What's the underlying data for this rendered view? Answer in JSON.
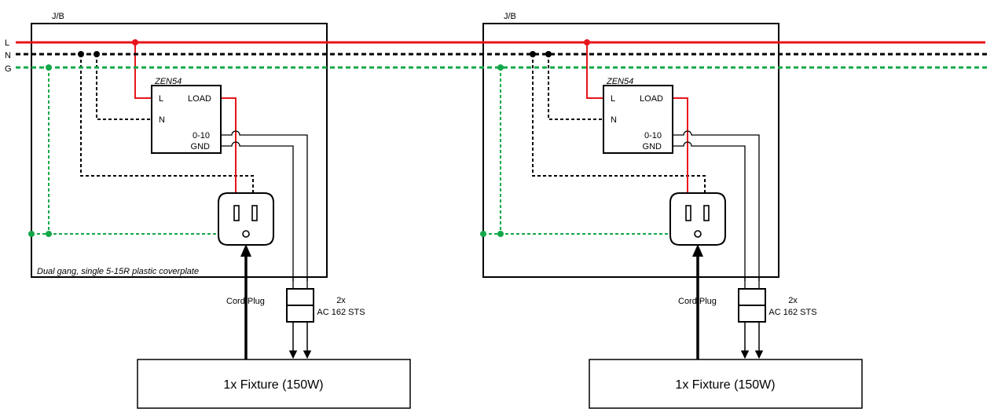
{
  "bus_labels": {
    "line": "L",
    "neutral": "N",
    "ground": "G"
  },
  "colors": {
    "line": "#e8141b",
    "neutral": "#000000",
    "ground": "#12a84a",
    "box": "#000000"
  },
  "circuits": [
    {
      "jb_label": "J/B",
      "device_label": "ZEN54",
      "terminal_l": "L",
      "terminal_n": "N",
      "terminal_load": "LOAD",
      "terminal_dim": "0-10",
      "terminal_gnd": "GND",
      "coverplate_note": "Dual gang, single 5-15R plastic coverplate",
      "cord_label": "Cord/Plug",
      "connector_qty": "2x",
      "connector_type": "AC 162 STS",
      "fixture_label": "1x Fixture (150W)"
    },
    {
      "jb_label": "J/B",
      "device_label": "ZEN54",
      "terminal_l": "L",
      "terminal_n": "N",
      "terminal_load": "LOAD",
      "terminal_dim": "0-10",
      "terminal_gnd": "GND",
      "coverplate_note": "",
      "cord_label": "Cord/Plug",
      "connector_qty": "2x",
      "connector_type": "AC 162 STS",
      "fixture_label": "1x Fixture (150W)"
    }
  ]
}
